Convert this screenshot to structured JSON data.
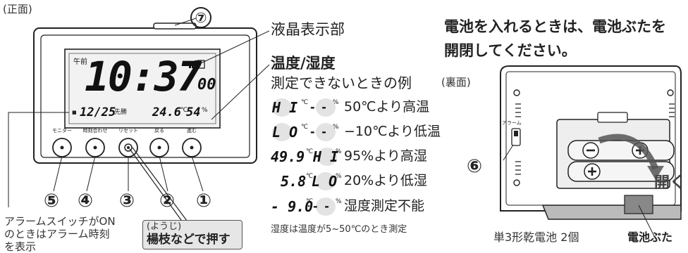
{
  "labels": {
    "front": "(正面)",
    "back": "(裏面)",
    "lcd_section": "液晶表示部",
    "temp_humid_title": "温度/湿度",
    "cannot_measure_title": "測定できないときの例",
    "battery_title_line1": "電池を入れるときは、電池ぶたを",
    "battery_title_line2": "開閉してください。",
    "alarm_note_line1": "アラームスイッチがON",
    "alarm_note_line2": "のときはアラーム時刻",
    "alarm_note_line3": "を表示",
    "reset_reading": "(ようじ)",
    "reset_press": "楊枝などで押す",
    "range_note": "湿度は温度が5~50℃のとき測定",
    "battery_spec": "単3形乾電池 2個",
    "battery_cover": "電池ぶた",
    "open": "開く"
  },
  "clock_display": {
    "am": "午前",
    "time_hm": "10:37",
    "seconds": "00",
    "date": "12/25",
    "weekday": "先勝",
    "temperature": "24.6",
    "humidity": "54"
  },
  "buttons": [
    {
      "number": "①",
      "label": "進む"
    },
    {
      "number": "②",
      "label": "戻る"
    },
    {
      "number": "③",
      "label": "リセット"
    },
    {
      "number": "④",
      "label": "時刻合わせ"
    },
    {
      "number": "⑤",
      "label": "モニター"
    }
  ],
  "marker_7": "⑦",
  "marker_6": "⑥",
  "back_switch_label": "アラーム",
  "examples": [
    {
      "temp": "H I",
      "hum": "- -",
      "desc": "50℃より高温"
    },
    {
      "temp": "L O",
      "hum": "- -",
      "desc": "−10℃より低温"
    },
    {
      "temp": "49.9",
      "hum": "H I",
      "desc": "95%より高湿"
    },
    {
      "temp": "5.8",
      "hum": "L O",
      "desc": "20%より低湿"
    },
    {
      "temp": "- 9.0",
      "hum": "- -",
      "desc": "湿度測定不能"
    }
  ],
  "units": {
    "celsius": "℃",
    "percent": "%"
  },
  "colors": {
    "ink": "#222222",
    "lcd_bg": "#f2f2f2",
    "callout_bg": "#e6e6e6",
    "highlight": "#e3e3e3"
  }
}
